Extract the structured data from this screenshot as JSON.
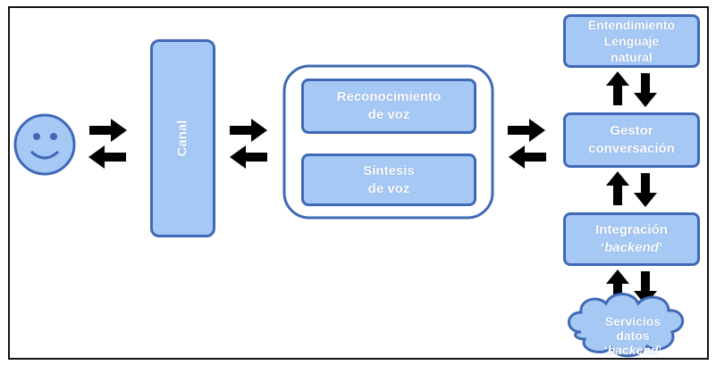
{
  "diagram": {
    "nodes": {
      "canal": "Canal",
      "reconocimiento": "Reconocimiento\nde voz",
      "sintesis": "Síntesis\nde voz",
      "entendimiento": "Entendimiento\nLenguaje\nnatural",
      "gestor": "Gestor\nconversación",
      "integracion_line1": "Integración",
      "integracion_line2": "backend",
      "servicios_line1": "Servicios",
      "servicios_line2": "datos",
      "servicios_line3": "backend"
    },
    "colors": {
      "box_fill": "#a6c8f4",
      "box_border": "#3f69b6",
      "arrow": "#000000",
      "text": "#ffffff"
    },
    "icons": [
      "smiley-face-icon",
      "cloud-shape-icon",
      "arrow-icon"
    ]
  }
}
